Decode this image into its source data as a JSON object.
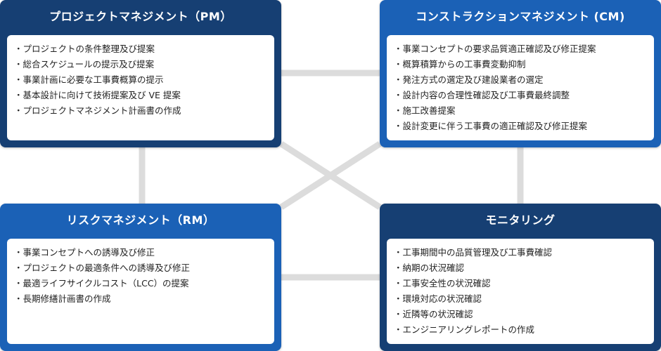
{
  "colors": {
    "dark_blue": "#163f73",
    "light_blue": "#1b61b6",
    "connector": "#dcdcdc",
    "panel": "#ffffff"
  },
  "pm": {
    "title": "プロジェクトマネジメント（PM）",
    "items": [
      "プロジェクトの条件整理及び提案",
      "総合スケジュールの提示及び提案",
      "事業計画に必要な工事費概算の提示",
      "基本設計に向けて技術提案及び VE 提案",
      "プロジェクトマネジメント計画書の作成"
    ]
  },
  "cm": {
    "title": "コンストラクションマネジメント (CM)",
    "items": [
      "事業コンセプトの要求品質適正確認及び修正提案",
      "概算積算からの工事費変動抑制",
      "発注方式の選定及び建設業者の選定",
      "設計内容の合理性確認及び工事費最終調整",
      "施工改善提案",
      "設計変更に伴う工事費の適正確認及び修正提案"
    ]
  },
  "rm": {
    "title": "リスクマネジメント（RM）",
    "items": [
      "事業コンセプトへの誘導及び修正",
      "プロジェクトの最適条件への誘導及び修正",
      "最適ライフサイクルコスト（LCC）の提案",
      "長期修繕計画書の作成"
    ]
  },
  "monitoring": {
    "title": "モニタリング",
    "items": [
      "工事期間中の品質管理及び工事費確認",
      "納期の状況確認",
      "工事安全性の状況確認",
      "環境対応の状況確認",
      "近隣等の状況確認",
      "エンジニアリングレポートの作成"
    ]
  }
}
